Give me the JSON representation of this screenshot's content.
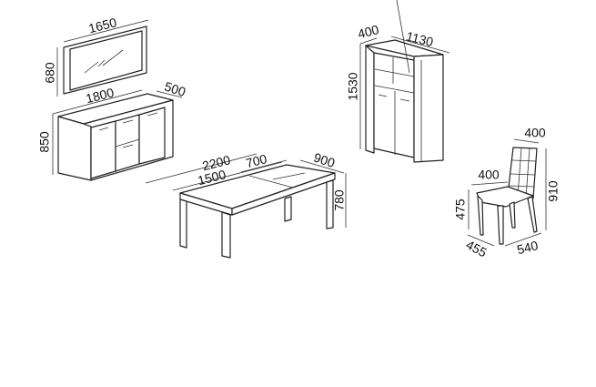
{
  "mirror": {
    "width": "1650",
    "height": "680"
  },
  "sideboard": {
    "width": "1800",
    "depth": "500",
    "height": "850"
  },
  "table": {
    "extended_length": "2200",
    "extension": "700",
    "length": "1500",
    "depth": "900",
    "height": "780"
  },
  "cabinet": {
    "depth": "400",
    "width": "1130",
    "height": "1530"
  },
  "chair": {
    "back_width": "400",
    "seat_depth": "400",
    "seat_height": "475",
    "height": "910",
    "depth": "455",
    "width": "540"
  }
}
